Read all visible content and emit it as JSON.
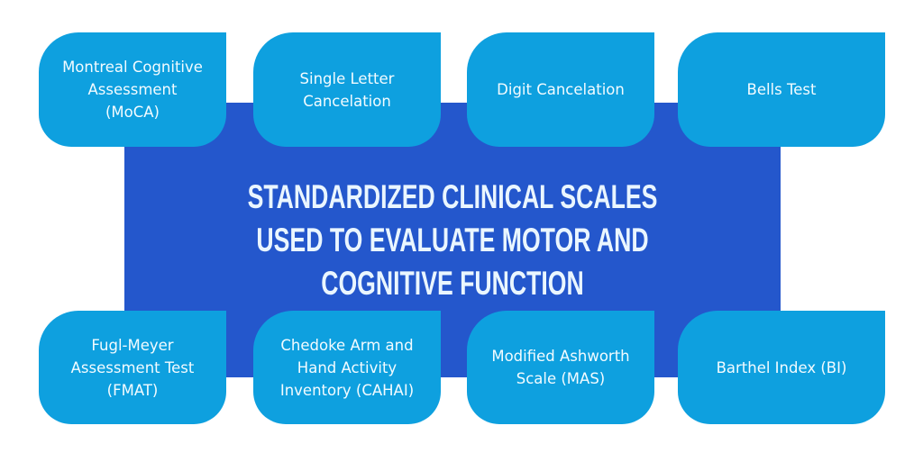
{
  "diagram": {
    "title": "STANDARDIZED CLINICAL SCALES\nUSED TO EVALUATE MOTOR AND\nCOGNITIVE FUNCTION",
    "title_lines": [
      "STANDARDIZED CLINICAL SCALES",
      "USED TO EVALUATE MOTOR AND",
      "COGNITIVE FUNCTION"
    ],
    "colors": {
      "center_panel": "#2457cc",
      "box": "#0ea0df",
      "text": "#f2fbff",
      "background": "#ffffff"
    },
    "top_row": [
      {
        "label": "Montreal Cognitive\nAssessment\n(MoCA)"
      },
      {
        "label": "Single Letter\nCancelation"
      },
      {
        "label": "Digit Cancelation"
      },
      {
        "label": "Bells Test"
      }
    ],
    "bottom_row": [
      {
        "label": "Fugl-Meyer\nAssessment Test\n(FMAT)"
      },
      {
        "label": "Chedoke Arm and\nHand Activity\nInventory (CAHAI)"
      },
      {
        "label": "Modified Ashworth\nScale (MAS)"
      },
      {
        "label": "Barthel Index (BI)"
      }
    ]
  }
}
